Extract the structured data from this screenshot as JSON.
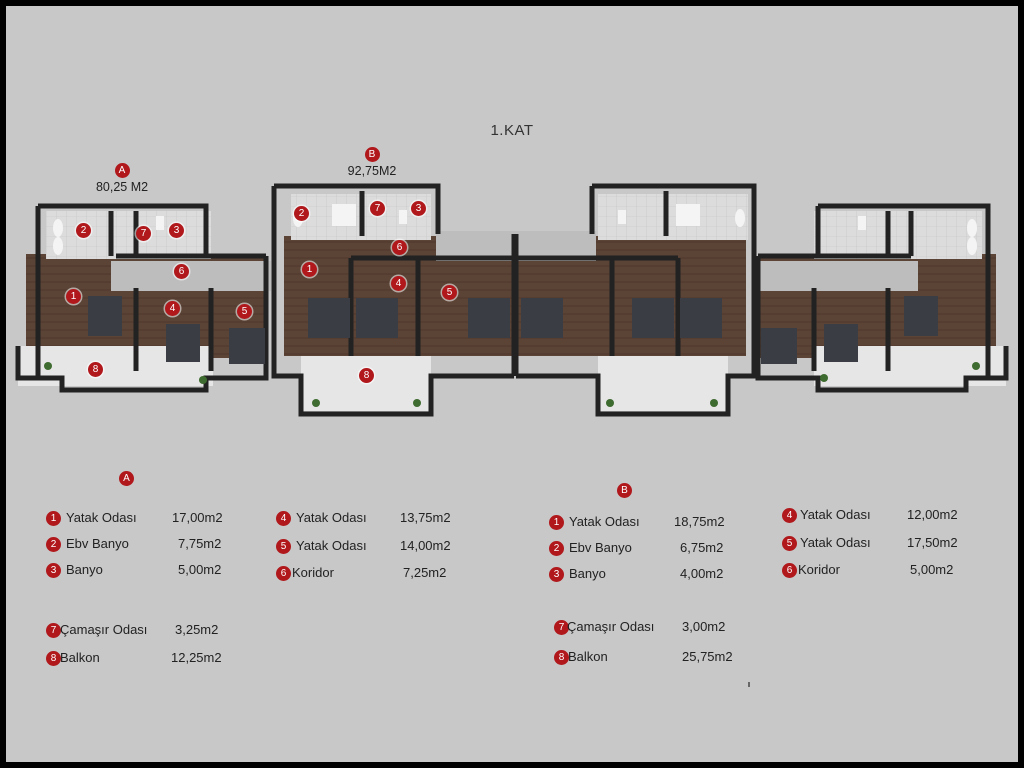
{
  "plan": {
    "title": "1.KAT",
    "units": [
      {
        "id": "A",
        "area": "80,25 M2"
      },
      {
        "id": "B",
        "area": "92,75M2"
      }
    ],
    "pins": [
      {
        "n": "1"
      },
      {
        "n": "2"
      },
      {
        "n": "3"
      },
      {
        "n": "4"
      },
      {
        "n": "5"
      },
      {
        "n": "6"
      },
      {
        "n": "7"
      },
      {
        "n": "8"
      },
      {
        "n": "1"
      },
      {
        "n": "2"
      },
      {
        "n": "3"
      },
      {
        "n": "4"
      },
      {
        "n": "5"
      },
      {
        "n": "6"
      },
      {
        "n": "7"
      },
      {
        "n": "8"
      }
    ]
  },
  "legends": [
    {
      "unit": "A",
      "rooms": [
        {
          "n": "1",
          "name": "Yatak Odası",
          "area": "17,00m2"
        },
        {
          "n": "2",
          "name": "Ebv Banyo",
          "area": "7,75m2"
        },
        {
          "n": "3",
          "name": "Banyo",
          "area": "5,00m2"
        },
        {
          "n": "4",
          "name": "Yatak Odası",
          "area": "13,75m2"
        },
        {
          "n": "5",
          "name": "Yatak Odası",
          "area": "14,00m2"
        },
        {
          "n": "6",
          "name": "Koridor",
          "area": "7,25m2"
        },
        {
          "n": "7",
          "name": "Çamaşır Odası",
          "area": "3,25m2"
        },
        {
          "n": "8",
          "name": "Balkon",
          "area": "12,25m2"
        }
      ]
    },
    {
      "unit": "B",
      "rooms": [
        {
          "n": "1",
          "name": "Yatak Odası",
          "area": "18,75m2"
        },
        {
          "n": "2",
          "name": "Ebv Banyo",
          "area": "6,75m2"
        },
        {
          "n": "3",
          "name": "Banyo",
          "area": "4,00m2"
        },
        {
          "n": "4",
          "name": "Yatak Odası",
          "area": "12,00m2"
        },
        {
          "n": "5",
          "name": "Yatak Odası",
          "area": "17,50m2"
        },
        {
          "n": "6",
          "name": "Koridor",
          "area": "5,00m2"
        },
        {
          "n": "7",
          "name": "Çamaşır Odası",
          "area": "3,00m2"
        },
        {
          "n": "8",
          "name": "Balkon",
          "area": "25,75m2"
        }
      ]
    }
  ],
  "colors": {
    "background": "#c8c8c8",
    "frame": "#000000",
    "badge": "#b0181c",
    "wall": "#222222",
    "wood_floor": "#5b4335",
    "tile_floor": "#d9d9d9",
    "terrace": "#e6e6e6",
    "bed": "#3a3e44"
  }
}
